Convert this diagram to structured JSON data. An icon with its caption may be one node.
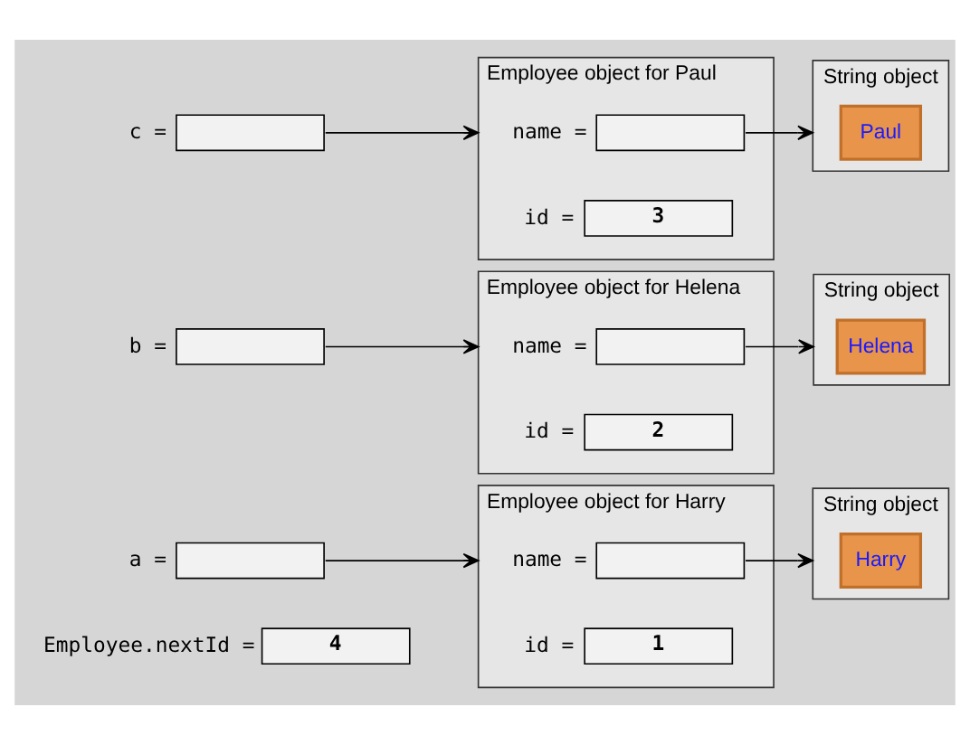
{
  "diagram": {
    "nodes": [
      {
        "text": [
          "4"
        ],
        "beside": [
          "Employee.nextId ="
        ]
      },
      {
        "text": [],
        "shape": "box",
        "beside": [
          "a ="
        ]
      },
      {
        "text": [
          "Employee object for Harry"
        ]
      },
      {
        "text": [],
        "shape": "box",
        "beside": [
          "name ="
        ],
        "in": 2
      },
      {
        "text": [
          "1"
        ],
        "beside": [
          "id ="
        ],
        "in": 2
      },
      {
        "text": [
          "String object"
        ]
      },
      {
        "text": [
          "Harry"
        ],
        "in": 5
      },
      {
        "text": [],
        "shape": "box",
        "beside": [
          "b ="
        ]
      },
      {
        "text": [
          "Employee object for Helena"
        ]
      },
      {
        "text": [],
        "shape": "box",
        "beside": [
          "name ="
        ],
        "in": 8
      },
      {
        "text": [
          "2"
        ],
        "beside": [
          "id ="
        ],
        "in": 8
      },
      {
        "text": [
          "String object"
        ]
      },
      {
        "text": [
          "Helena"
        ],
        "in": 11
      },
      {
        "text": [],
        "shape": "box",
        "beside": [
          "c ="
        ]
      },
      {
        "text": [
          "Employee object for Paul"
        ]
      },
      {
        "text": [],
        "shape": "box",
        "beside": [
          "name ="
        ],
        "in": 14
      },
      {
        "text": [
          "3"
        ],
        "beside": [
          "id ="
        ],
        "in": 14
      },
      {
        "text": [
          "String object"
        ]
      },
      {
        "text": [
          "Paul"
        ],
        "in": 17
      }
    ],
    "edges": [
      {
        "from": 1,
        "to": 2,
        "arrow": "to"
      },
      {
        "from": 3,
        "to": 5,
        "arrow": "to"
      },
      {
        "from": 7,
        "to": 8,
        "arrow": "to"
      },
      {
        "from": 9,
        "to": 11,
        "arrow": "to"
      },
      {
        "from": 13,
        "to": 14,
        "arrow": "to"
      },
      {
        "from": 15,
        "to": 17,
        "arrow": "to"
      }
    ]
  }
}
